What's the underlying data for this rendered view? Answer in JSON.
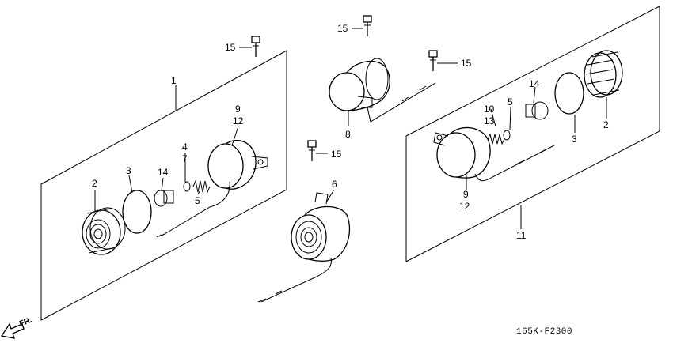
{
  "diagram_code": "165K-F2300",
  "direction_label": "FR.",
  "callouts": {
    "c1": "1",
    "c2_left": "2",
    "c3_left": "3",
    "c14_left": "14",
    "c4": "4",
    "c7": "7",
    "c5_left": "5",
    "c9_left": "9",
    "c12_left": "12",
    "c15_top_left": "15",
    "c15_top_mid": "15",
    "c15_top_right": "15",
    "c15_mid": "15",
    "c8": "8",
    "c6": "6",
    "c10": "10",
    "c13": "13",
    "c5_right": "5",
    "c14_right": "14",
    "c3_right": "3",
    "c2_right": "2",
    "c9_right": "9",
    "c12_right": "12",
    "c11": "11"
  }
}
